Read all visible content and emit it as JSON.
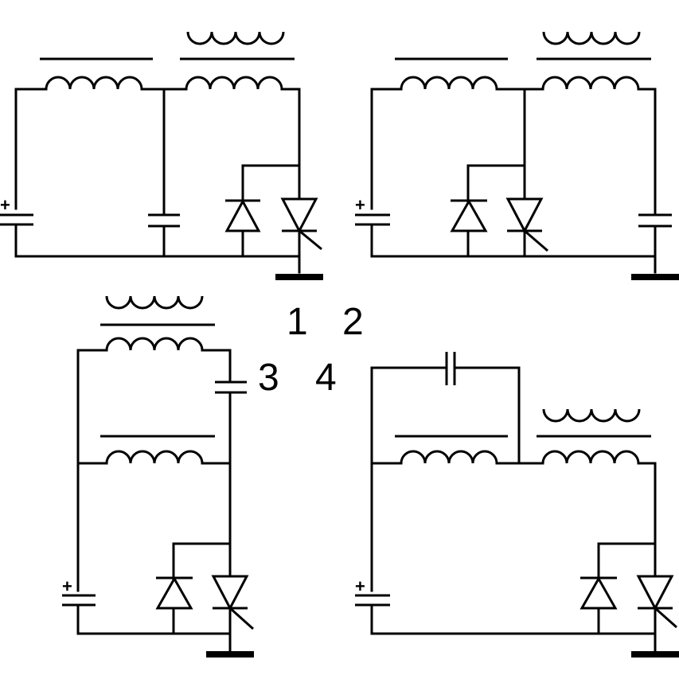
{
  "labels": {
    "n1": "1",
    "n2": "2",
    "n3": "3",
    "n4": "4"
  },
  "polarity": "+",
  "colors": {
    "line": "#000000",
    "background": "#ffffff"
  },
  "circuits": [
    {
      "id": "1",
      "components": [
        "polarized-capacitor",
        "inductor",
        "capacitor",
        "transformer",
        "diode",
        "thyristor",
        "ground"
      ]
    },
    {
      "id": "2",
      "components": [
        "polarized-capacitor",
        "inductor",
        "transformer",
        "diode",
        "thyristor",
        "capacitor",
        "ground"
      ]
    },
    {
      "id": "3",
      "components": [
        "polarized-capacitor",
        "transformer",
        "capacitor",
        "inductor",
        "diode",
        "thyristor",
        "ground"
      ]
    },
    {
      "id": "4",
      "components": [
        "polarized-capacitor",
        "capacitor",
        "inductor",
        "transformer",
        "diode",
        "thyristor",
        "ground"
      ]
    }
  ]
}
